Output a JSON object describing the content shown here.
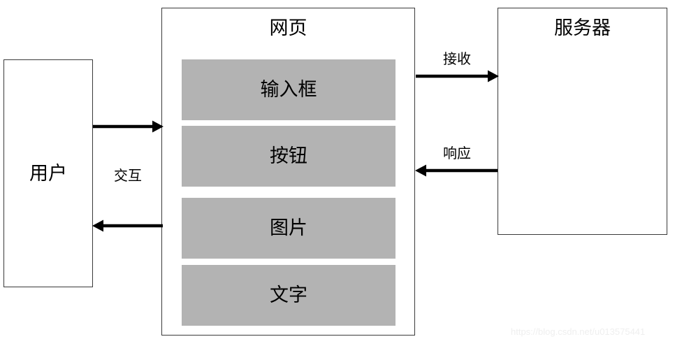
{
  "diagram": {
    "type": "flow-diagram",
    "background_color": "#ffffff",
    "stroke_color": "#3a3a3a",
    "arrow_color": "#000000",
    "component_fill": "#b3b3b3",
    "nodes": [
      {
        "id": "user",
        "label": "用户",
        "label_position": "center"
      },
      {
        "id": "webpage",
        "label": "网页",
        "label_position": "top",
        "components": [
          {
            "id": "input-box",
            "label": "输入框"
          },
          {
            "id": "button",
            "label": "按钮"
          },
          {
            "id": "image",
            "label": "图片"
          },
          {
            "id": "text",
            "label": "文字"
          }
        ]
      },
      {
        "id": "server",
        "label": "服务器",
        "label_position": "top"
      }
    ],
    "edges": [
      {
        "id": "user-to-webpage",
        "label": "交互",
        "direction": "right",
        "from": "user",
        "to": "webpage"
      },
      {
        "id": "webpage-to-user",
        "label": "",
        "direction": "left",
        "from": "webpage",
        "to": "user"
      },
      {
        "id": "webpage-to-server",
        "label": "接收",
        "direction": "right",
        "from": "webpage",
        "to": "server"
      },
      {
        "id": "server-to-webpage",
        "label": "响应",
        "direction": "left",
        "from": "server",
        "to": "webpage"
      }
    ]
  },
  "watermark": {
    "text": "https://blog.csdn.net/u013575441"
  }
}
